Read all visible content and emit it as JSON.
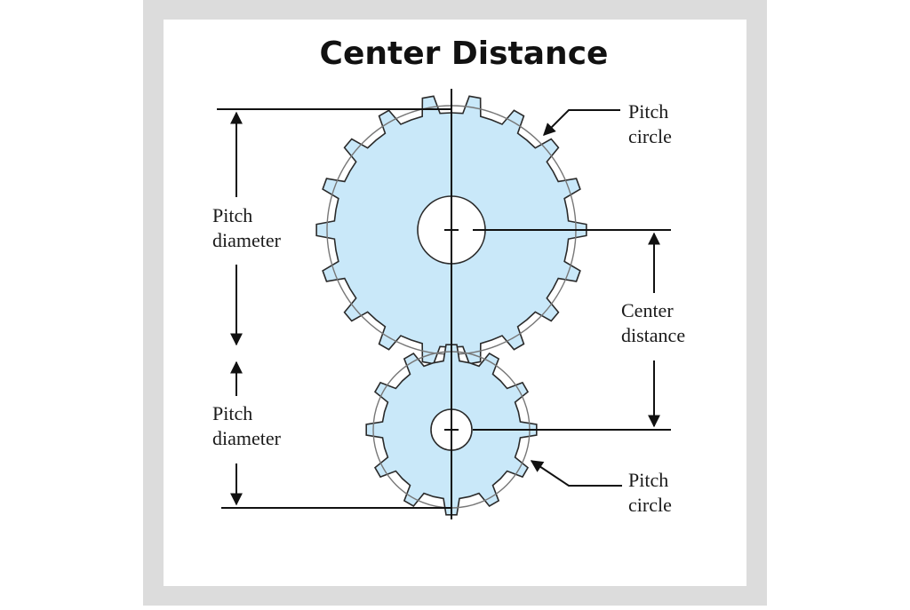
{
  "title": "Center Distance",
  "labels": {
    "pitch_diameter_large": [
      "Pitch",
      "diameter"
    ],
    "pitch_diameter_small": [
      "Pitch",
      "diameter"
    ],
    "center_distance": [
      "Center",
      "distance"
    ],
    "pitch_circle_top": [
      "Pitch",
      "circle"
    ],
    "pitch_circle_bottom": [
      "Pitch",
      "circle"
    ]
  },
  "colors": {
    "frame": "#dcdcdc",
    "panel": "#ffffff",
    "gear_fill": "#c9e8f9",
    "gear_stroke": "#2a2a2a",
    "hub_fill": "#ffffff",
    "pitch_circle_stroke": "#777777",
    "line": "#111111"
  },
  "gears": {
    "large_teeth": 18,
    "small_teeth": 12
  }
}
